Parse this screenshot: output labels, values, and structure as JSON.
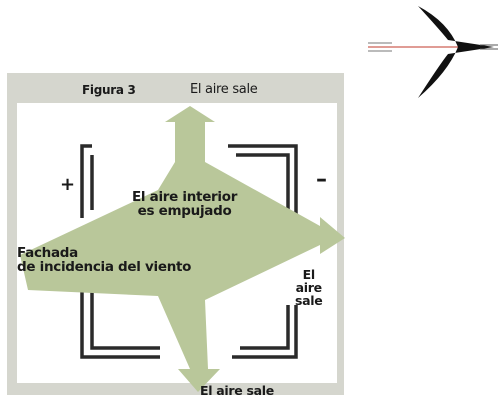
{
  "figure": {
    "title": "Figura 3",
    "labels": {
      "air_out_top": "El aire sale",
      "interior_line1": "El aire interior",
      "interior_line2": "es empujado",
      "fachada_line1": "Fachada",
      "fachada_line2": "de incidencia del viento",
      "air_out_right_line1": "El",
      "air_out_right_line2": "aire",
      "air_out_right_line3": "sale",
      "air_out_bottom": "El aire sale",
      "positive_sign": "+",
      "negative_sign": "–"
    },
    "colors": {
      "frame_background": "#d5d6ce",
      "arrow_fill": "#b9c79a",
      "wall": "#2a2a2a",
      "arrow_icon": "#111111",
      "arrow_icon_line": "#c0392b"
    }
  }
}
